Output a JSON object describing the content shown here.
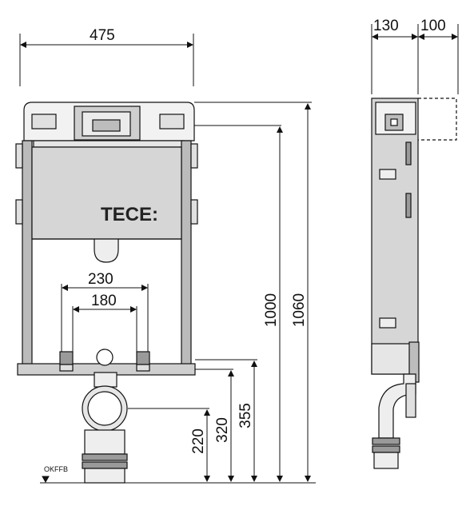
{
  "dimensions": {
    "width_top": "475",
    "depth": "130",
    "depth_extra": "100",
    "height_frame": "1000",
    "height_total": "1060",
    "spacing_outer": "230",
    "spacing_inner": "180",
    "height_220": "220",
    "height_320": "320",
    "height_355": "355"
  },
  "labels": {
    "brand": "TECE:",
    "floor": "OKFFB"
  },
  "colors": {
    "line": "#111111",
    "panel_fill": "#d6d6d6",
    "panel_dark": "#9a9a9a",
    "background": "#ffffff"
  }
}
